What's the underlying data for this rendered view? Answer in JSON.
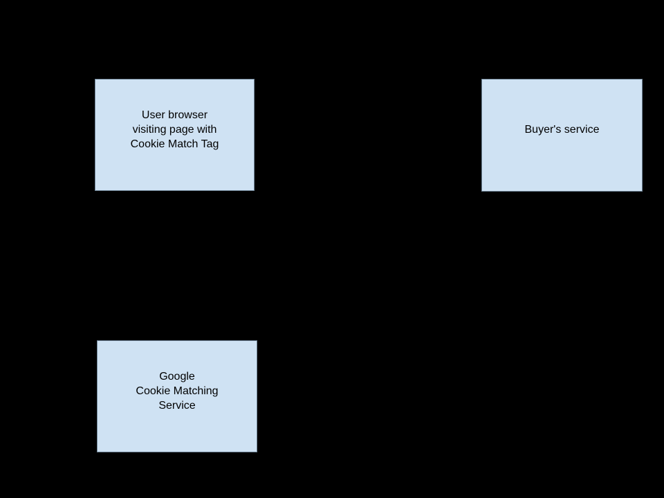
{
  "page": {
    "background": "#000000"
  },
  "colors": {
    "node_fill": "#cfe2f3",
    "node_border": "#72879a",
    "node_text": "#000000"
  },
  "nodes": [
    {
      "id": "user-browser",
      "lines": [
        "User browser",
        "visiting page with",
        "Cookie Match Tag"
      ]
    },
    {
      "id": "buyers-service",
      "lines": [
        "Buyer's service"
      ]
    },
    {
      "id": "google-cookie-matching-service",
      "lines": [
        "Google",
        "Cookie Matching",
        "Service"
      ]
    }
  ]
}
